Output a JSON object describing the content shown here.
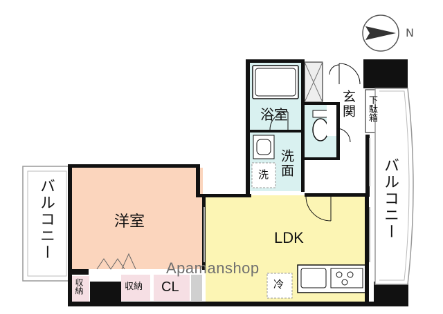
{
  "plan": {
    "rooms": {
      "western_room": "洋室",
      "ldk": "LDK",
      "bathroom": "浴室",
      "washroom": "洗面",
      "entrance": "玄関",
      "shoe_box": "下駄箱",
      "closet": "CL",
      "storage_1": "収納",
      "storage_2": "収納",
      "washer": "洗",
      "fridge": "冷"
    },
    "balconies": {
      "left": "バルコニー",
      "right": "バルコニー"
    },
    "compass_label": "N",
    "watermark": "Apamanshop"
  },
  "colors": {
    "western_room": "#fbd5bd",
    "ldk": "#fcf5b4",
    "wet_area": "#d9f1f0",
    "storage": "#f6dfe4",
    "wall": "#111111",
    "door_hatch": "#bbbbbb"
  }
}
